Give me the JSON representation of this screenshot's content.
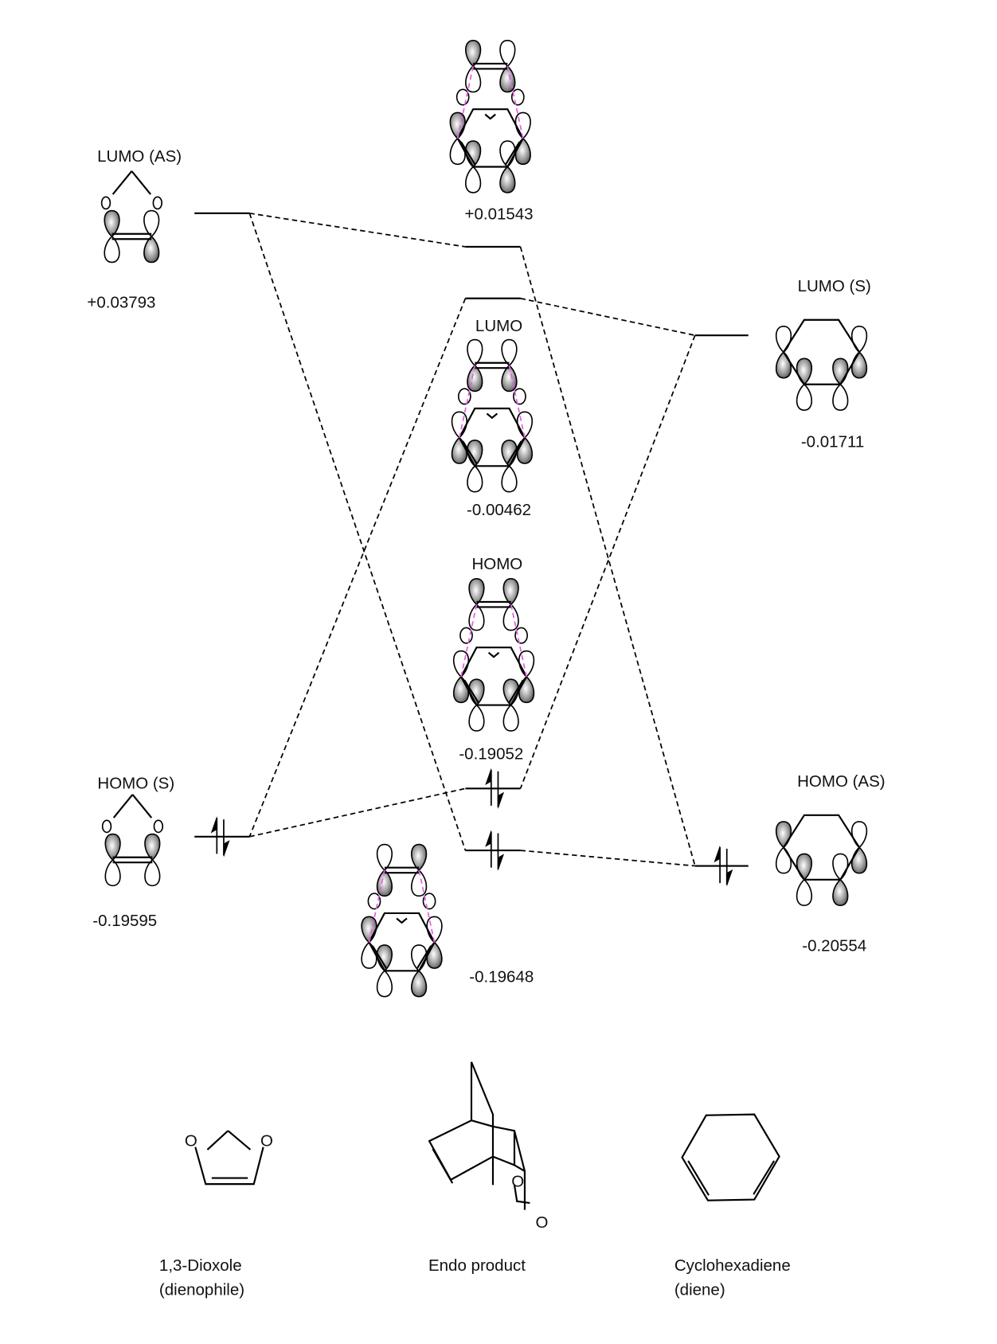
{
  "reactants": {
    "dienophile_lumo": {
      "label": "LUMO (AS)",
      "energy": "+0.03793"
    },
    "dienophile_homo": {
      "label": "HOMO (S)",
      "energy": "-0.19595"
    },
    "diene_lumo": {
      "label": "LUMO (S)",
      "energy": "-0.01711"
    },
    "diene_homo": {
      "label": "HOMO (AS)",
      "energy": "-0.20554"
    }
  },
  "product_orbitals": {
    "top": {
      "energy": "+0.01543"
    },
    "lumo": {
      "label": "LUMO",
      "energy": "-0.00462"
    },
    "homo": {
      "label": "HOMO",
      "energy": "-0.19052"
    },
    "lower": {
      "energy": "-0.19648"
    }
  },
  "structures": {
    "dioxole": {
      "caption_line1": "1,3-Dioxole",
      "caption_line2": "(dienophile)",
      "atom_label": "O"
    },
    "endo": {
      "caption_line1": "Endo product",
      "atom_label": "O"
    },
    "cyclohexadiene": {
      "caption_line1": "Cyclohexadiene",
      "caption_line2": "(diene)"
    }
  },
  "colors": {
    "interaction_line": "#e85ce8",
    "lobe_fill": "#555555"
  }
}
